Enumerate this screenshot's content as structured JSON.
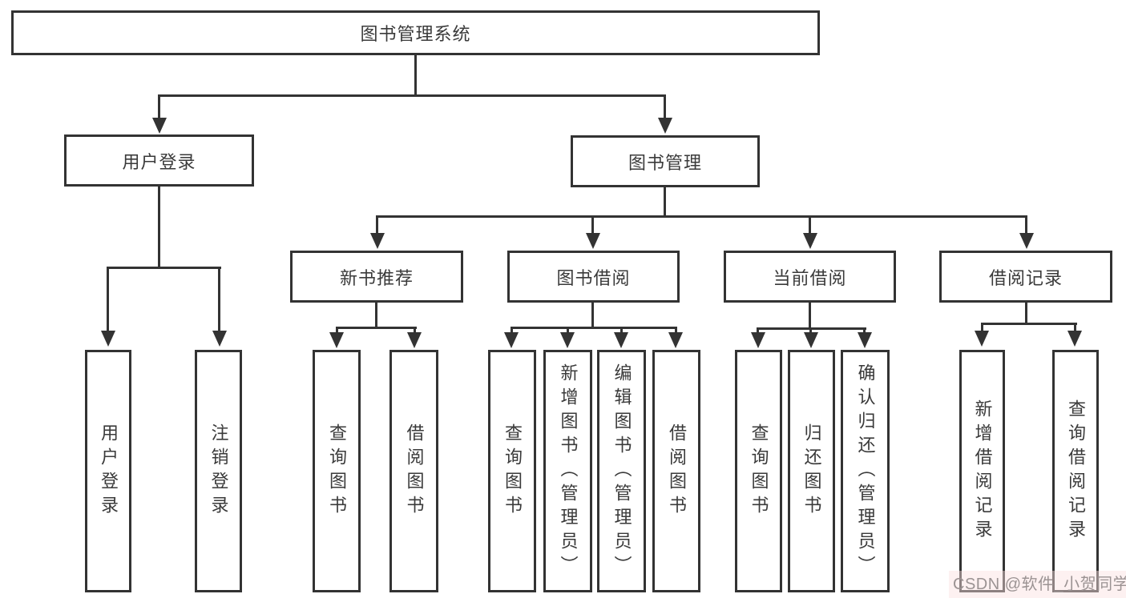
{
  "org": {
    "root": {
      "label": "图书管理系统"
    },
    "level2": [
      {
        "label": "用户登录",
        "children": [
          {
            "label": "用户登录"
          },
          {
            "label": "注销登录"
          }
        ]
      },
      {
        "label": "图书管理",
        "children": [
          {
            "label": "新书推荐",
            "children": [
              {
                "label": "查询图书"
              },
              {
                "label": "借阅图书"
              }
            ]
          },
          {
            "label": "图书借阅",
            "children": [
              {
                "label": "查询图书"
              },
              {
                "label": "新增图书（管理员）"
              },
              {
                "label": "编辑图书（管理员）"
              },
              {
                "label": "借阅图书"
              }
            ]
          },
          {
            "label": "当前借阅",
            "children": [
              {
                "label": "查询图书"
              },
              {
                "label": "归还图书"
              },
              {
                "label": "确认归还（管理员）"
              }
            ]
          },
          {
            "label": "借阅记录",
            "children": [
              {
                "label": "新增借阅记录"
              },
              {
                "label": "查询借阅记录"
              }
            ]
          }
        ]
      }
    ]
  },
  "watermark": {
    "text": "CSDN @软件_小贺同学"
  },
  "colors": {
    "line": "#333333",
    "text": "#3a3a3a",
    "background": "#ffffff",
    "watermark": "#9b9393"
  }
}
